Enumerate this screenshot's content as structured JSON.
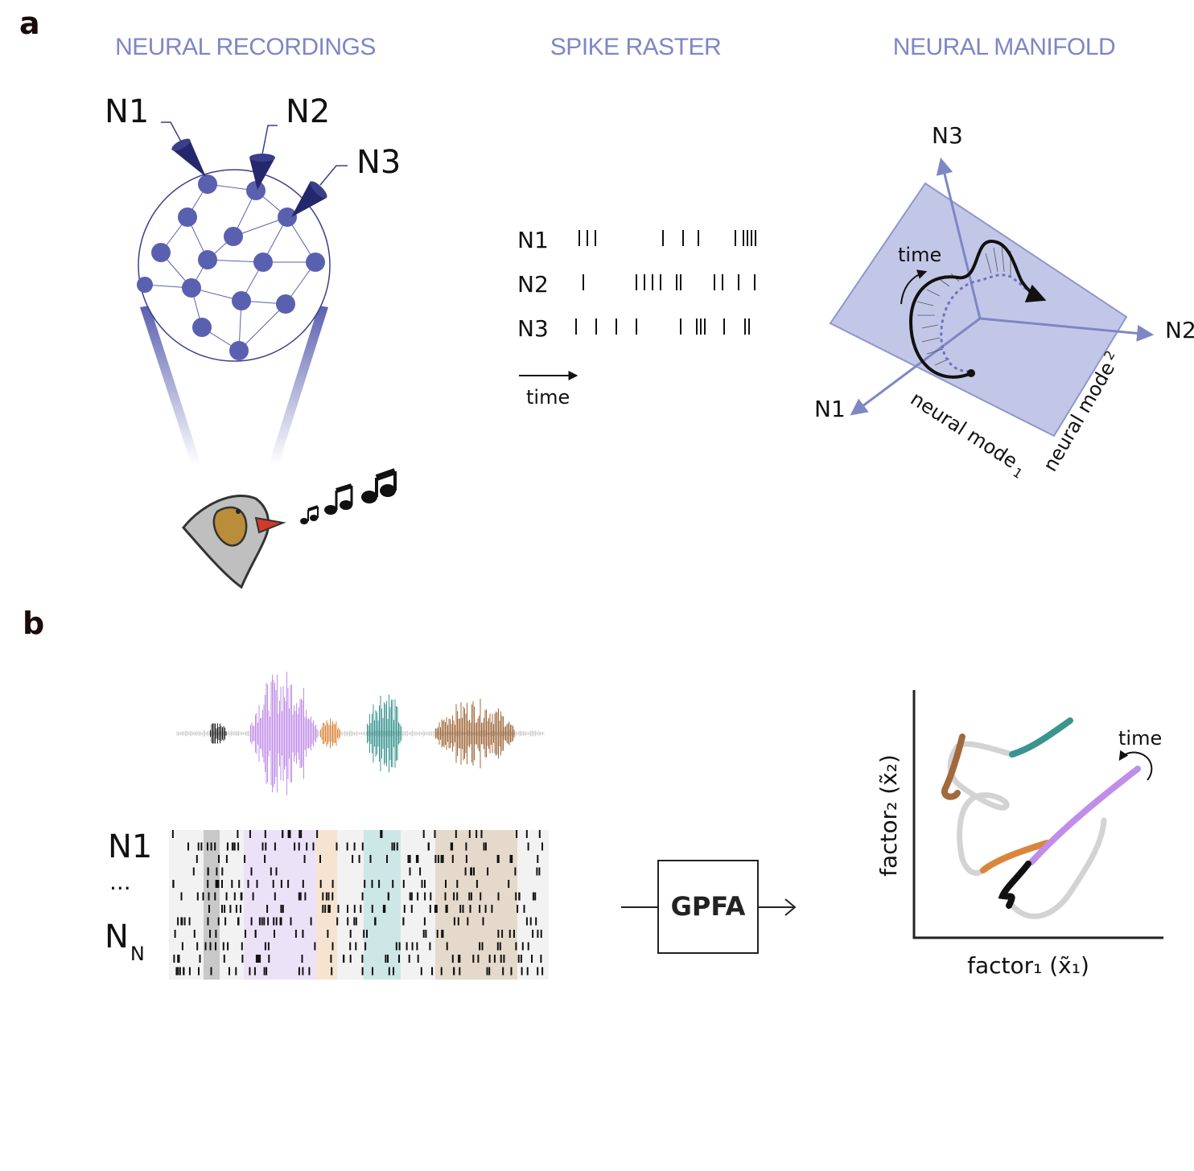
{
  "panel_a": {
    "letter": "a",
    "titles": {
      "recordings": "NEURAL RECORDINGS",
      "raster": "SPIKE RASTER",
      "manifold": "NEURAL MANIFOLD"
    },
    "electrodes": [
      "N1",
      "N2",
      "N3"
    ],
    "raster_rows": [
      "N1",
      "N2",
      "N3"
    ],
    "raster_time": "time",
    "manifold_axes": [
      "N3",
      "N2",
      "N1"
    ],
    "manifold_time": "time",
    "mode1": "neural mode",
    "mode1_sub": "1",
    "mode2": "neural mode",
    "mode2_sub": "2"
  },
  "panel_b": {
    "letter": "b",
    "raster_top": "N1",
    "raster_dots": "...",
    "raster_bottom": "N",
    "raster_bottom_sub": "N",
    "box_label": "GPFA",
    "xlabel": "factor₁ (x̃₁)",
    "ylabel": "factor₂ (x̃₂)",
    "time_label": "time"
  },
  "colors": {
    "title_blue": "#7f86c4",
    "node_blue": "#5a60b0",
    "plane": "#b9bde3",
    "black_syll": "#222222",
    "purple_syll": "#c08ee8",
    "orange_syll": "#d9863c",
    "teal_syll": "#3a958f",
    "brown_syll": "#a06a3c",
    "gray_traj": "#d3d3d3"
  }
}
